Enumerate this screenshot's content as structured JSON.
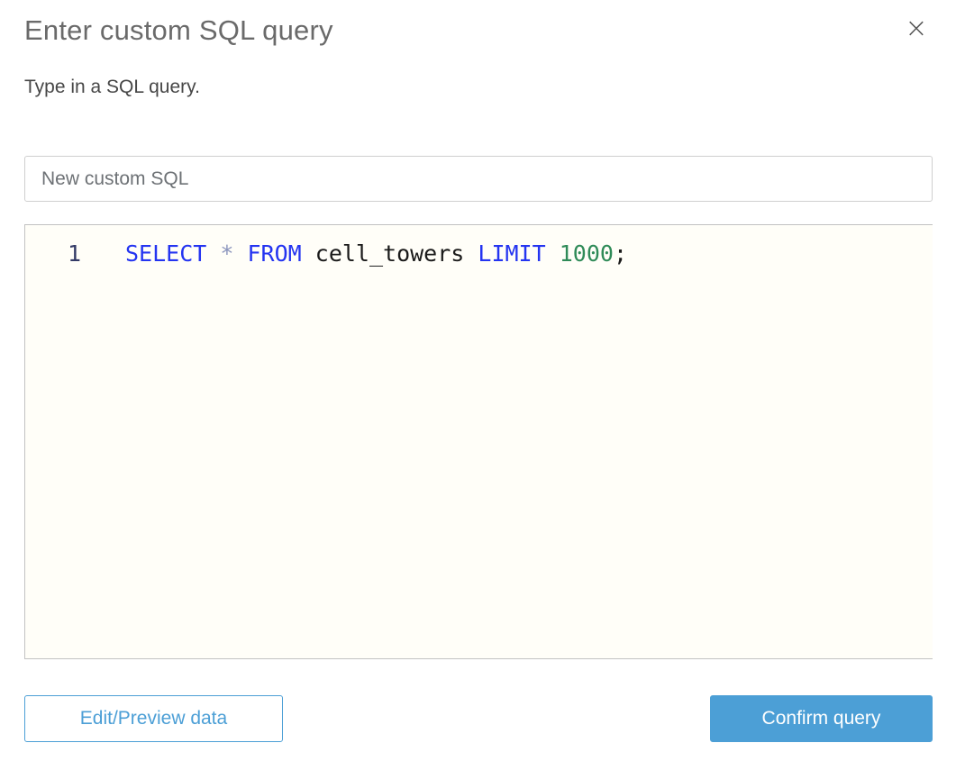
{
  "modal": {
    "title": "Enter custom SQL query",
    "subtitle": "Type in a SQL query.",
    "close_icon": "×"
  },
  "name_input": {
    "value": "New custom SQL"
  },
  "editor": {
    "lines": [
      {
        "number": "1",
        "tokens": [
          {
            "type": "keyword",
            "text": "SELECT"
          },
          {
            "type": "plain",
            "text": " "
          },
          {
            "type": "operator",
            "text": "*"
          },
          {
            "type": "plain",
            "text": " "
          },
          {
            "type": "keyword",
            "text": "FROM"
          },
          {
            "type": "plain",
            "text": " cell_towers "
          },
          {
            "type": "keyword",
            "text": "LIMIT"
          },
          {
            "type": "plain",
            "text": " "
          },
          {
            "type": "number",
            "text": "1000"
          },
          {
            "type": "plain",
            "text": ";"
          }
        ]
      }
    ]
  },
  "buttons": {
    "edit_preview": "Edit/Preview data",
    "confirm": "Confirm query"
  },
  "colors": {
    "accent_blue": "#4c9fd6",
    "keyword": "#2434f1",
    "operator": "#8b95bd",
    "number": "#2f8b58",
    "code_plain": "#1a1a1a",
    "editor_bg": "#fffef8"
  }
}
